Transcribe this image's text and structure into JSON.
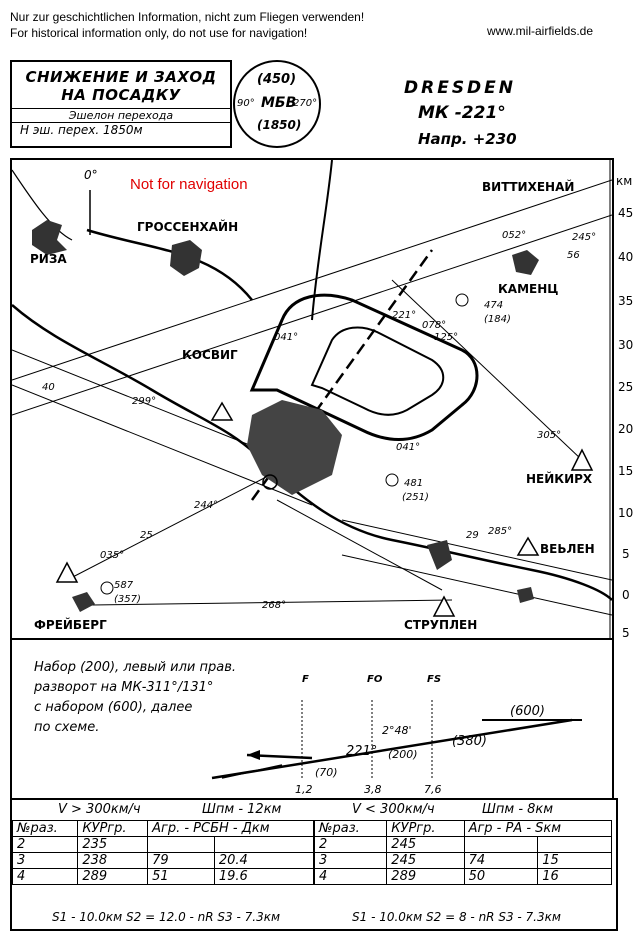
{
  "disclaimer": {
    "de": "Nur zur geschichtlichen Information, nicht zum Fliegen verwenden!",
    "en": "For historical information only, do not use for navigation!",
    "site": "www.mil-airfields.de"
  },
  "header": {
    "title_line1": "СНИЖЕНИЕ И ЗАХОД",
    "title_line2": "НА ПОСАДКУ",
    "transition_label": "Эшелон перехода",
    "transition_value": "Н эш. перех. 1850м",
    "circle_top": "(450)",
    "circle_mid": "МБВ",
    "circle_left": "90°",
    "circle_right": "270°",
    "circle_bottom": "(1850)",
    "airfield": "DRESDEN",
    "course": "МК -221°",
    "direction": "Напр. +230"
  },
  "map": {
    "warning": "Not for navigation",
    "north": "0°",
    "places": {
      "vittichenau": "ВИТТИХЕНАЙ",
      "grossenhain": "ГРОССЕНХАЙН",
      "riza": "РИЗА",
      "kamenz": "КАМЕНЦ",
      "koswig": "КОСВИГ",
      "neukirch": "НЕЙКИРХ",
      "weilen": "ВЕЬЛЕН",
      "freiberg": "ФРЕЙБЕРГ",
      "strulen": "СТРУПЛЕН"
    },
    "headings": {
      "h052": "052°",
      "h245": "245°",
      "h56": "56",
      "h078": "078°",
      "h125": "125°",
      "h221": "221°",
      "h041a": "041°",
      "h041b": "041°",
      "h299": "299°",
      "h40": "40",
      "h305": "305°",
      "h244": "244°",
      "h25": "25",
      "h035": "035°",
      "h29": "29",
      "h285": "285°",
      "h268": "268°"
    },
    "obstacles": {
      "o474": "474",
      "o184": "(184)",
      "o481": "481",
      "o251": "(251)",
      "o587": "587",
      "o357": "(357)"
    },
    "km_label": "км",
    "km_scale": [
      "45",
      "40",
      "35",
      "30",
      "25",
      "20",
      "15",
      "10",
      "5",
      "0",
      "5"
    ]
  },
  "profile": {
    "text1": "Набор (200), левый или прав.",
    "text2": "разворот на МК-311°/131°",
    "text3": "с набором (600), далее",
    "text4": "по схеме.",
    "f": "F",
    "fo": "FO",
    "fs": "FS",
    "alt600": "(600)",
    "angle": "2°48'",
    "h221": "221°",
    "alt200": "(200)",
    "alt380": "(380)",
    "alt70": "(70)",
    "d12": "1,2",
    "d38": "3,8",
    "d76": "7,6"
  },
  "table": {
    "left_speed": "V > 300км/ч",
    "left_shpm": "Шпм - 12км",
    "right_speed": "V < 300км/ч",
    "right_shpm": "Шпм - 8км",
    "col_no": "№раз.",
    "col_kurs": "КУРгр.",
    "col_left_agr": "Агр. - РСБН - Дкм",
    "col_right_agr": "Агр - РА - Sкм",
    "left_rows": [
      [
        "2",
        "235",
        "",
        ""
      ],
      [
        "3",
        "238",
        "79",
        "20.4"
      ],
      [
        "4",
        "289",
        "51",
        "19.6"
      ]
    ],
    "right_rows": [
      [
        "2",
        "245",
        "",
        ""
      ],
      [
        "3",
        "245",
        "74",
        "15"
      ],
      [
        "4",
        "289",
        "50",
        "16"
      ]
    ],
    "left_footer": "S1 - 10.0км S2 = 12.0 - nR  S3 - 7.3км",
    "right_footer": "S1 - 10.0км S2 = 8 - nR  S3 - 7.3км"
  }
}
